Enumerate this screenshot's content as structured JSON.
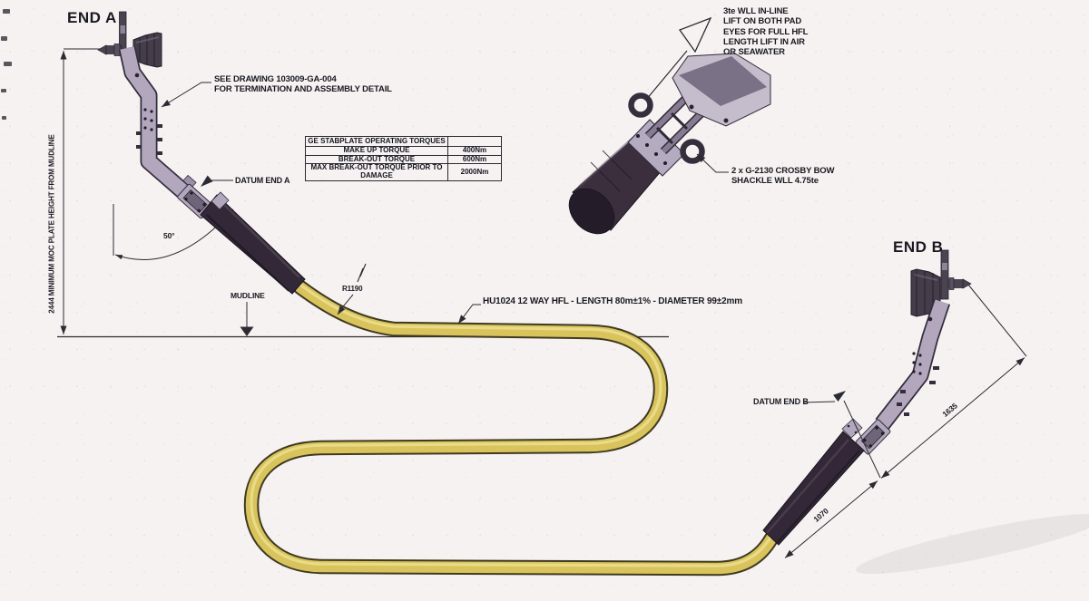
{
  "labels": {
    "end_a": "END A",
    "end_b": "END B",
    "datum_a": "DATUM END A",
    "datum_b": "DATUM END B",
    "mudline": "MUDLINE",
    "radius": "R1190",
    "angle": "50°",
    "hose": "HU1024 12 WAY HFL - LENGTH 80m±1% - DIAMETER 99±2mm",
    "height_dim": "2444 MINIMUM MOC PLATE HEIGHT FROM MUDLINE",
    "dim_1635": "1635",
    "dim_1070": "1070"
  },
  "notes": {
    "drawing_ref": "SEE DRAWING 103009-GA-004\nFOR TERMINATION AND ASSEMBLY DETAIL",
    "lift": "3te  WLL IN-LINE\nLIFT ON BOTH PAD\nEYES FOR FULL HFL\nLENGTH LIFT IN AIR\nOR SEAWATER",
    "shackle": "2 x G-2130 CROSBY BOW\nSHACKLE WLL 4.75te"
  },
  "torque_table": {
    "title": "GE STABPLATE OPERATING TORQUES",
    "rows": [
      {
        "label": "MAKE UP TORQUE",
        "value": "400Nm"
      },
      {
        "label": "BREAK-OUT TORQUE",
        "value": "600Nm"
      },
      {
        "label": "MAX BREAK-OUT TORQUE PRIOR TO DAMAGE",
        "value": "2000Nm"
      }
    ]
  },
  "colors": {
    "paper": "#f6f2f1",
    "cable_yellow": "#d8c35c",
    "cable_outline": "#3f3920",
    "restrictor_dark": "#332837",
    "body_lavender": "#b2a7bd",
    "line": "#2b2b33"
  }
}
